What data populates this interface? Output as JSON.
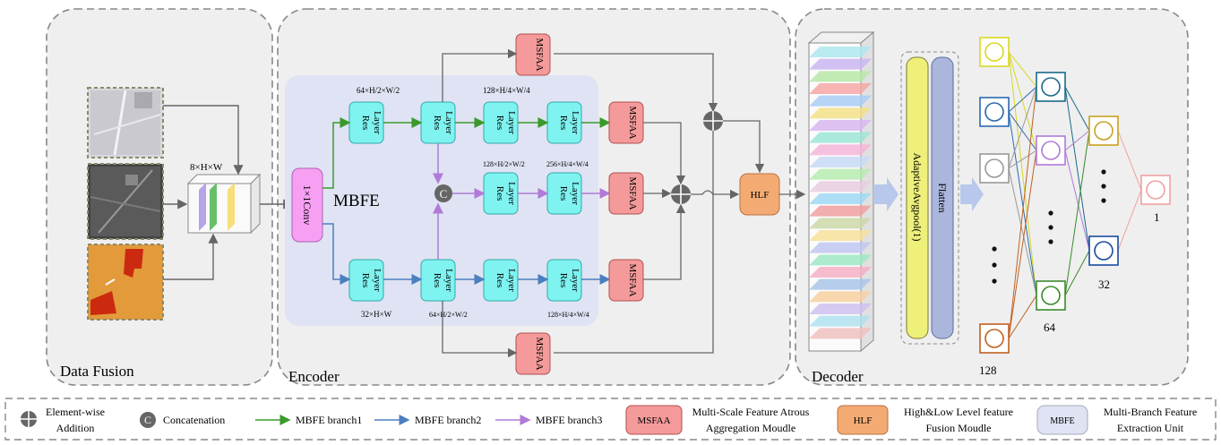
{
  "panels": {
    "data_fusion": "Data Fusion",
    "encoder": "Encoder",
    "decoder": "Decoder"
  },
  "data_fusion": {
    "stack_label": "8×H×W"
  },
  "encoder": {
    "conv_label": "1×1Conv",
    "mbfe_label": "MBFE",
    "res_label_top": "Res",
    "res_label_bottom": "Layer",
    "msfaa_label": "MSFAA",
    "hlf_label": "HLF",
    "concat_symbol": "C",
    "dims": {
      "d1": "64×H/2×W/2",
      "d2": "128×H/4×W/4",
      "d3": "128×H/2×W/2",
      "d4": "256×H/4×W/4",
      "d5": "32×H×W",
      "d6": "64×H/2×W/2",
      "d7": "128×H/4×W/4"
    }
  },
  "decoder": {
    "pool_label": "AdaptiveAvgpool(1)",
    "flatten_label": "Flatten",
    "fc_sizes": {
      "l1": "128",
      "l2": "64",
      "l3": "32",
      "l4": "1"
    }
  },
  "legend": {
    "add_label": "Element-wise Addition",
    "add_line1": "Element-wise",
    "add_line2": "Addition",
    "concat_symbol": "C",
    "concat_label": "Concatenation",
    "branch1": "MBFE branch1",
    "branch2": "MBFE branch2",
    "branch3": "MBFE branch3",
    "msfaa_box": "MSFAA",
    "msfaa_line1": "Multi-Scale Feature Atrous",
    "msfaa_line2": "Aggregation Moudle",
    "hlf_box": "HLF",
    "hlf_line1": "High&Low Level feature",
    "hlf_line2": "Fusion Moudle",
    "mbfe_box": "MBFE",
    "mbfe_line1": "Multi-Branch Feature",
    "mbfe_line2": "Extraction Unit"
  },
  "colors": {
    "branch1": "#3a9a2a",
    "branch2": "#4a7fc0",
    "branch3": "#b07ad8",
    "res": "#7ef3f0",
    "msfaa": "#f59a9a",
    "hlf": "#f3ab73",
    "mbfe_bg": "#dfe3f3",
    "panel_bg": "#efefef"
  }
}
